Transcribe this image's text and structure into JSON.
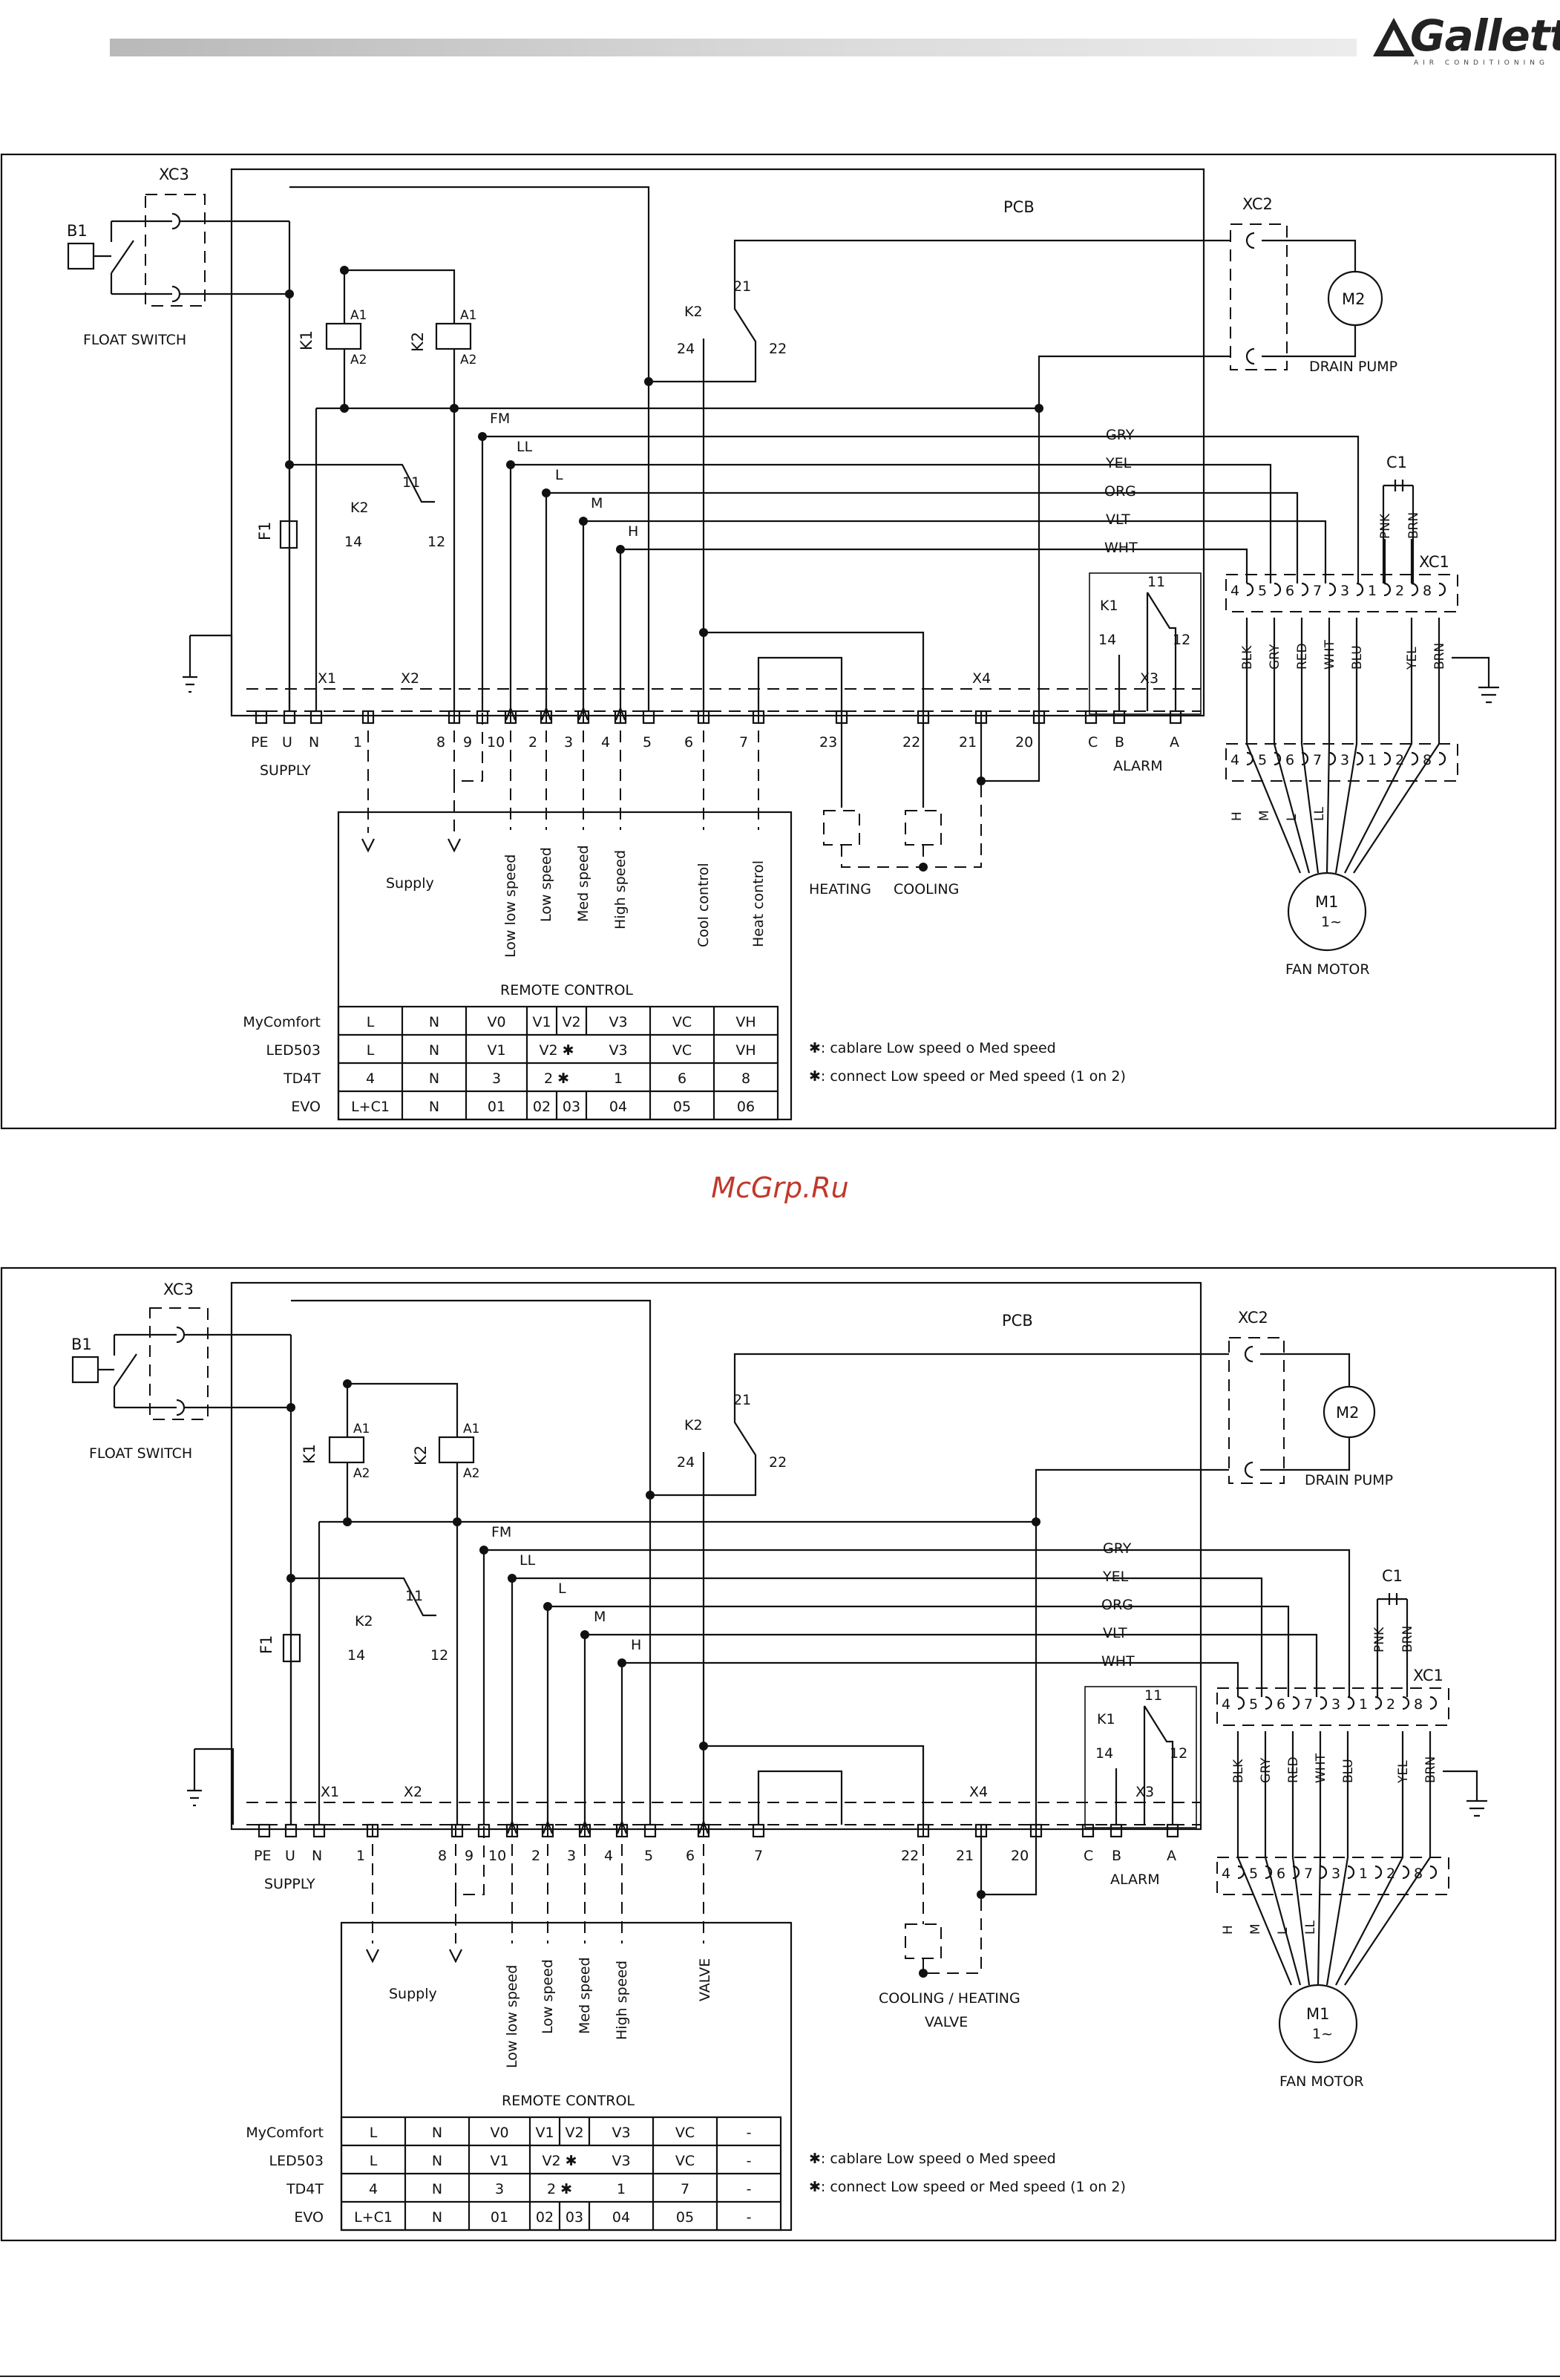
{
  "brand": {
    "name": "Galletti",
    "tagline": "AIR CONDITIONING"
  },
  "watermark": "McGrp.Ru",
  "common": {
    "pcb": "PCB",
    "xc3": "XC3",
    "b1": "B1",
    "float_switch": "FLOAT SWITCH",
    "xc2": "XC2",
    "m2": "M2",
    "drain_pump": "DRAIN PUMP",
    "k1": "K1",
    "k2": "K2",
    "a1": "A1",
    "a2": "A2",
    "f1": "F1",
    "k2_contact": "K2",
    "k2_contact_14": "14",
    "k2_contact_11": "11",
    "k2_contact_12": "12",
    "k2_relay": "K2",
    "k2_relay_21": "21",
    "k2_relay_22": "22",
    "k2_relay_24": "24",
    "fm": "FM",
    "ll": "LL",
    "l": "L",
    "m": "M",
    "h": "H",
    "wires": [
      "GRY",
      "YEL",
      "ORG",
      "VLT",
      "WHT"
    ],
    "c1": "C1",
    "pnk": "PNK",
    "brn": "BRN",
    "xc1": "XC1",
    "xc1_pins": [
      "4",
      "5",
      "6",
      "7",
      "3",
      "1",
      "2",
      "8"
    ],
    "motor_wires": [
      "BLK",
      "GRY",
      "RED",
      "WHT",
      "BLU",
      "YEL",
      "BRN"
    ],
    "motor_speed_labels": [
      "H",
      "M",
      "L",
      "LL"
    ],
    "k1_alarm": "K1",
    "k1_alarm_11": "11",
    "k1_alarm_12": "12",
    "k1_alarm_14": "14",
    "x1": "X1",
    "x2": "X2",
    "x3": "X3",
    "x4": "X4",
    "supply_terms": [
      "PE",
      "U",
      "N"
    ],
    "supply": "SUPPLY",
    "alarm_terms": [
      "C",
      "B",
      "A"
    ],
    "alarm": "ALARM",
    "m1": "M1",
    "m1_phase": "1~",
    "fan_motor": "FAN MOTOR",
    "remote_control": "REMOTE CONTROL",
    "note_it": "✱: cablare Low speed o Med speed",
    "note_en": "✱: connect Low speed or Med speed (1 on 2)"
  },
  "diagram_a": {
    "x2_terms": [
      "1",
      "8",
      "9",
      "10",
      "2",
      "3",
      "4",
      "5",
      "6",
      "7"
    ],
    "x4_terms": [
      "23",
      "22",
      "21",
      "20"
    ],
    "remote_labels": [
      "Supply",
      "Low low speed",
      "Low speed",
      "Med speed",
      "High speed",
      "Cool control",
      "Heat control"
    ],
    "ext_labels": {
      "heating": "HEATING",
      "cooling": "COOLING"
    },
    "table": {
      "rows": [
        {
          "name": "MyComfort",
          "cells": [
            "L",
            "N",
            "V0",
            "V1",
            "V2",
            "V3",
            "VC",
            "VH"
          ]
        },
        {
          "name": "LED503",
          "cells": [
            "L",
            "N",
            "V1",
            "V2 ✱",
            "V3",
            "VC",
            "VH"
          ]
        },
        {
          "name": "TD4T",
          "cells": [
            "4",
            "N",
            "3",
            "2 ✱",
            "1",
            "6",
            "8"
          ]
        },
        {
          "name": "EVO",
          "cells": [
            "L+C1",
            "N",
            "01",
            "02",
            "03",
            "04",
            "05",
            "06"
          ]
        }
      ]
    }
  },
  "diagram_b": {
    "x2_terms": [
      "1",
      "8",
      "9",
      "10",
      "2",
      "3",
      "4",
      "5",
      "6",
      "7"
    ],
    "x4_terms": [
      "22",
      "21",
      "20"
    ],
    "remote_labels": [
      "Supply",
      "Low low speed",
      "Low speed",
      "Med speed",
      "High speed",
      "VALVE"
    ],
    "ext_labels": {
      "valve_line1": "COOLING / HEATING",
      "valve_line2": "VALVE"
    },
    "table": {
      "rows": [
        {
          "name": "MyComfort",
          "cells": [
            "L",
            "N",
            "V0",
            "V1",
            "V2",
            "V3",
            "VC",
            "-"
          ]
        },
        {
          "name": "LED503",
          "cells": [
            "L",
            "N",
            "V1",
            "V2 ✱",
            "V3",
            "VC",
            "-"
          ]
        },
        {
          "name": "TD4T",
          "cells": [
            "4",
            "N",
            "3",
            "2 ✱",
            "1",
            "7",
            "-"
          ]
        },
        {
          "name": "EVO",
          "cells": [
            "L+C1",
            "N",
            "01",
            "02",
            "03",
            "04",
            "05",
            "-"
          ]
        }
      ]
    }
  }
}
